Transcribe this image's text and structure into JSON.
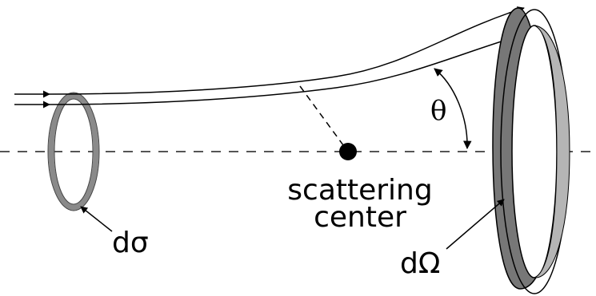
{
  "labels": {
    "scattering_line1": "scattering",
    "scattering_line2": "center",
    "d_sigma": "dσ",
    "d_omega": "dΩ",
    "theta": "θ"
  }
}
